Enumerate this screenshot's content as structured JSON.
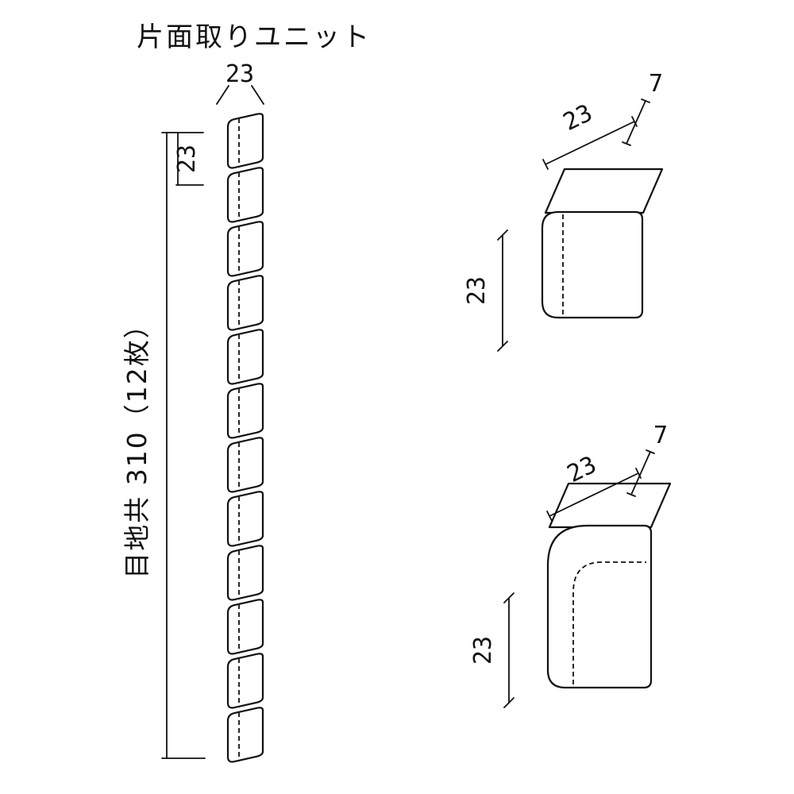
{
  "title": "片面取りユニット",
  "strip": {
    "tile_count": 12,
    "width_label": "23",
    "tile_height_label": "23",
    "total_height_label": "目地共 310（12枚）"
  },
  "edge_tile": {
    "width_label": "23",
    "depth_label": "7",
    "height_label": "23"
  },
  "corner_tile": {
    "width_label": "23",
    "depth_label": "7",
    "height_label": "23"
  },
  "colors": {
    "line": "#111111",
    "background": "#ffffff"
  }
}
